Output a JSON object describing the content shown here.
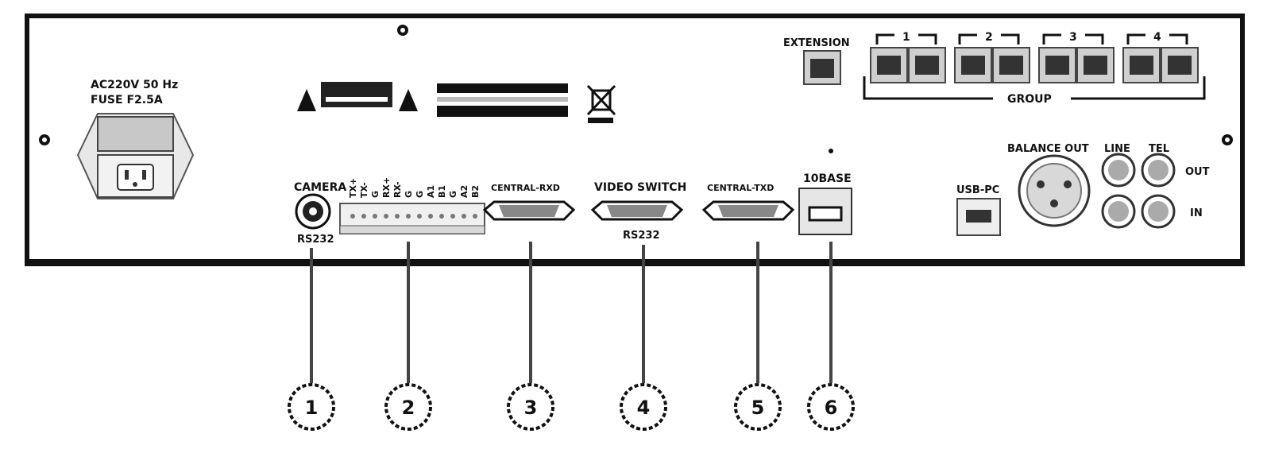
{
  "power": {
    "line1": "AC220V 50 Hz",
    "line2": "FUSE F2.5A"
  },
  "ports": {
    "camera": "CAMERA",
    "camera_sub": "RS232",
    "terminal_pins": [
      "TX+",
      "TX-",
      "G",
      "RX+",
      "RX-",
      "G",
      "G",
      "A1",
      "B1",
      "G",
      "A2",
      "B2"
    ],
    "central_rxd": "CENTRAL-RXD",
    "video_switch": "VIDEO SWITCH",
    "video_switch_sub": "RS232",
    "central_txd": "CENTRAL-TXD",
    "base10": "10BASE",
    "usb_pc": "USB-PC",
    "balance_out": "BALANCE OUT",
    "line": "LINE",
    "tel": "TEL",
    "out": "OUT",
    "in": "IN",
    "extension": "EXTENSION",
    "group": "GROUP",
    "group_numbers": [
      "1",
      "2",
      "3",
      "4"
    ]
  },
  "callouts": [
    "1",
    "2",
    "3",
    "4",
    "5",
    "6"
  ]
}
